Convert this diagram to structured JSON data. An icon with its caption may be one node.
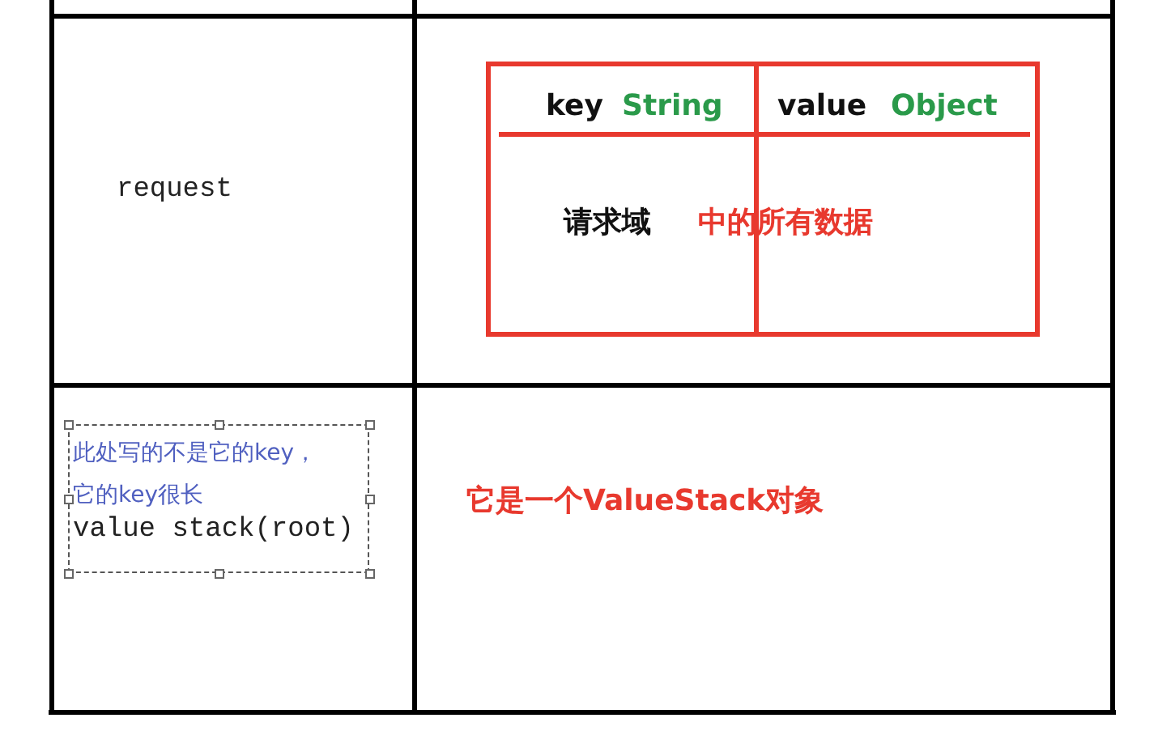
{
  "diagram": {
    "nodes": [
      {
        "text": [
          "key",
          "String",
          "value",
          "Object",
          "请求域",
          "中的所有数据"
        ]
      },
      {
        "text": [
          "此处写的不是它的key，它的key很长",
          "value stack(root)"
        ]
      }
    ],
    "labels": [
      "request",
      "它是一个ValueStack对象"
    ]
  }
}
